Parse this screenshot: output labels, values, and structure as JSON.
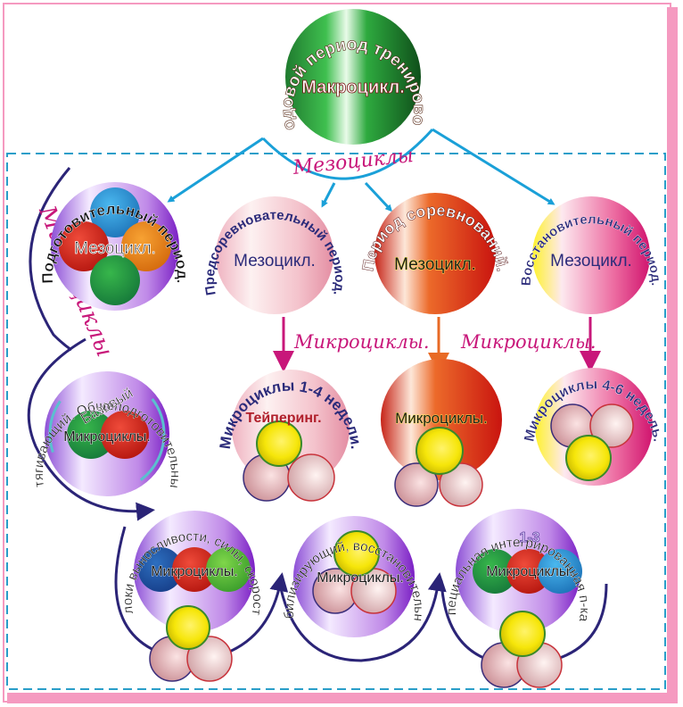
{
  "macro": {
    "ring_text": "Годовой период тренировок.",
    "center_label": "Макроцикл."
  },
  "mesocycles_label": "Мезоциклы",
  "microcycles_side_label": "Микроциклы",
  "periods": [
    {
      "ring_text": "Подготовительный период.",
      "center_label": "Мезоцикл."
    },
    {
      "ring_text": "Предсоревновательный период.",
      "center_label": "Мезоцикл."
    },
    {
      "ring_text": "Период соревнований.",
      "center_label": "Мезоцикл."
    },
    {
      "ring_text": "Восстановительный период.",
      "center_label": "Мезоцикл."
    }
  ],
  "arrow_labels": [
    "Микроциклы.",
    "Микроциклы."
  ],
  "micro_nodes": [
    {
      "ring_text": "Микроциклы 1-4 недели.",
      "center_label": "Тейперинг."
    },
    {
      "ring_text": "",
      "center_label": "Микроциклы."
    },
    {
      "ring_text": "Микроциклы 4-6 недель.",
      "center_label": ""
    }
  ],
  "base_node": {
    "ring_text": "Втягивающий. Общеподготовительный",
    "inner_text": "Базовый",
    "center_label": "Микроциклы."
  },
  "bottom_nodes": [
    {
      "ring_text": "Блоки выносливости, силы, скорости",
      "center_label": "Микроциклы.",
      "top_label": ""
    },
    {
      "ring_text": "Стабилизирующий, восстановительный.",
      "center_label": "Микроциклы.",
      "top_label": ""
    },
    {
      "ring_text": "Специальная интегрированная п-ка.",
      "center_label": "Микроциклы.",
      "top_label": "1-3"
    }
  ],
  "colors": {
    "frame_pink": "#f59ac0",
    "dash_blue": "#2a9ec9",
    "arrow_blue": "#1aa0d8",
    "magenta": "#c8177a",
    "navy": "#2b2477",
    "orange_arrow": "#e86a25"
  }
}
